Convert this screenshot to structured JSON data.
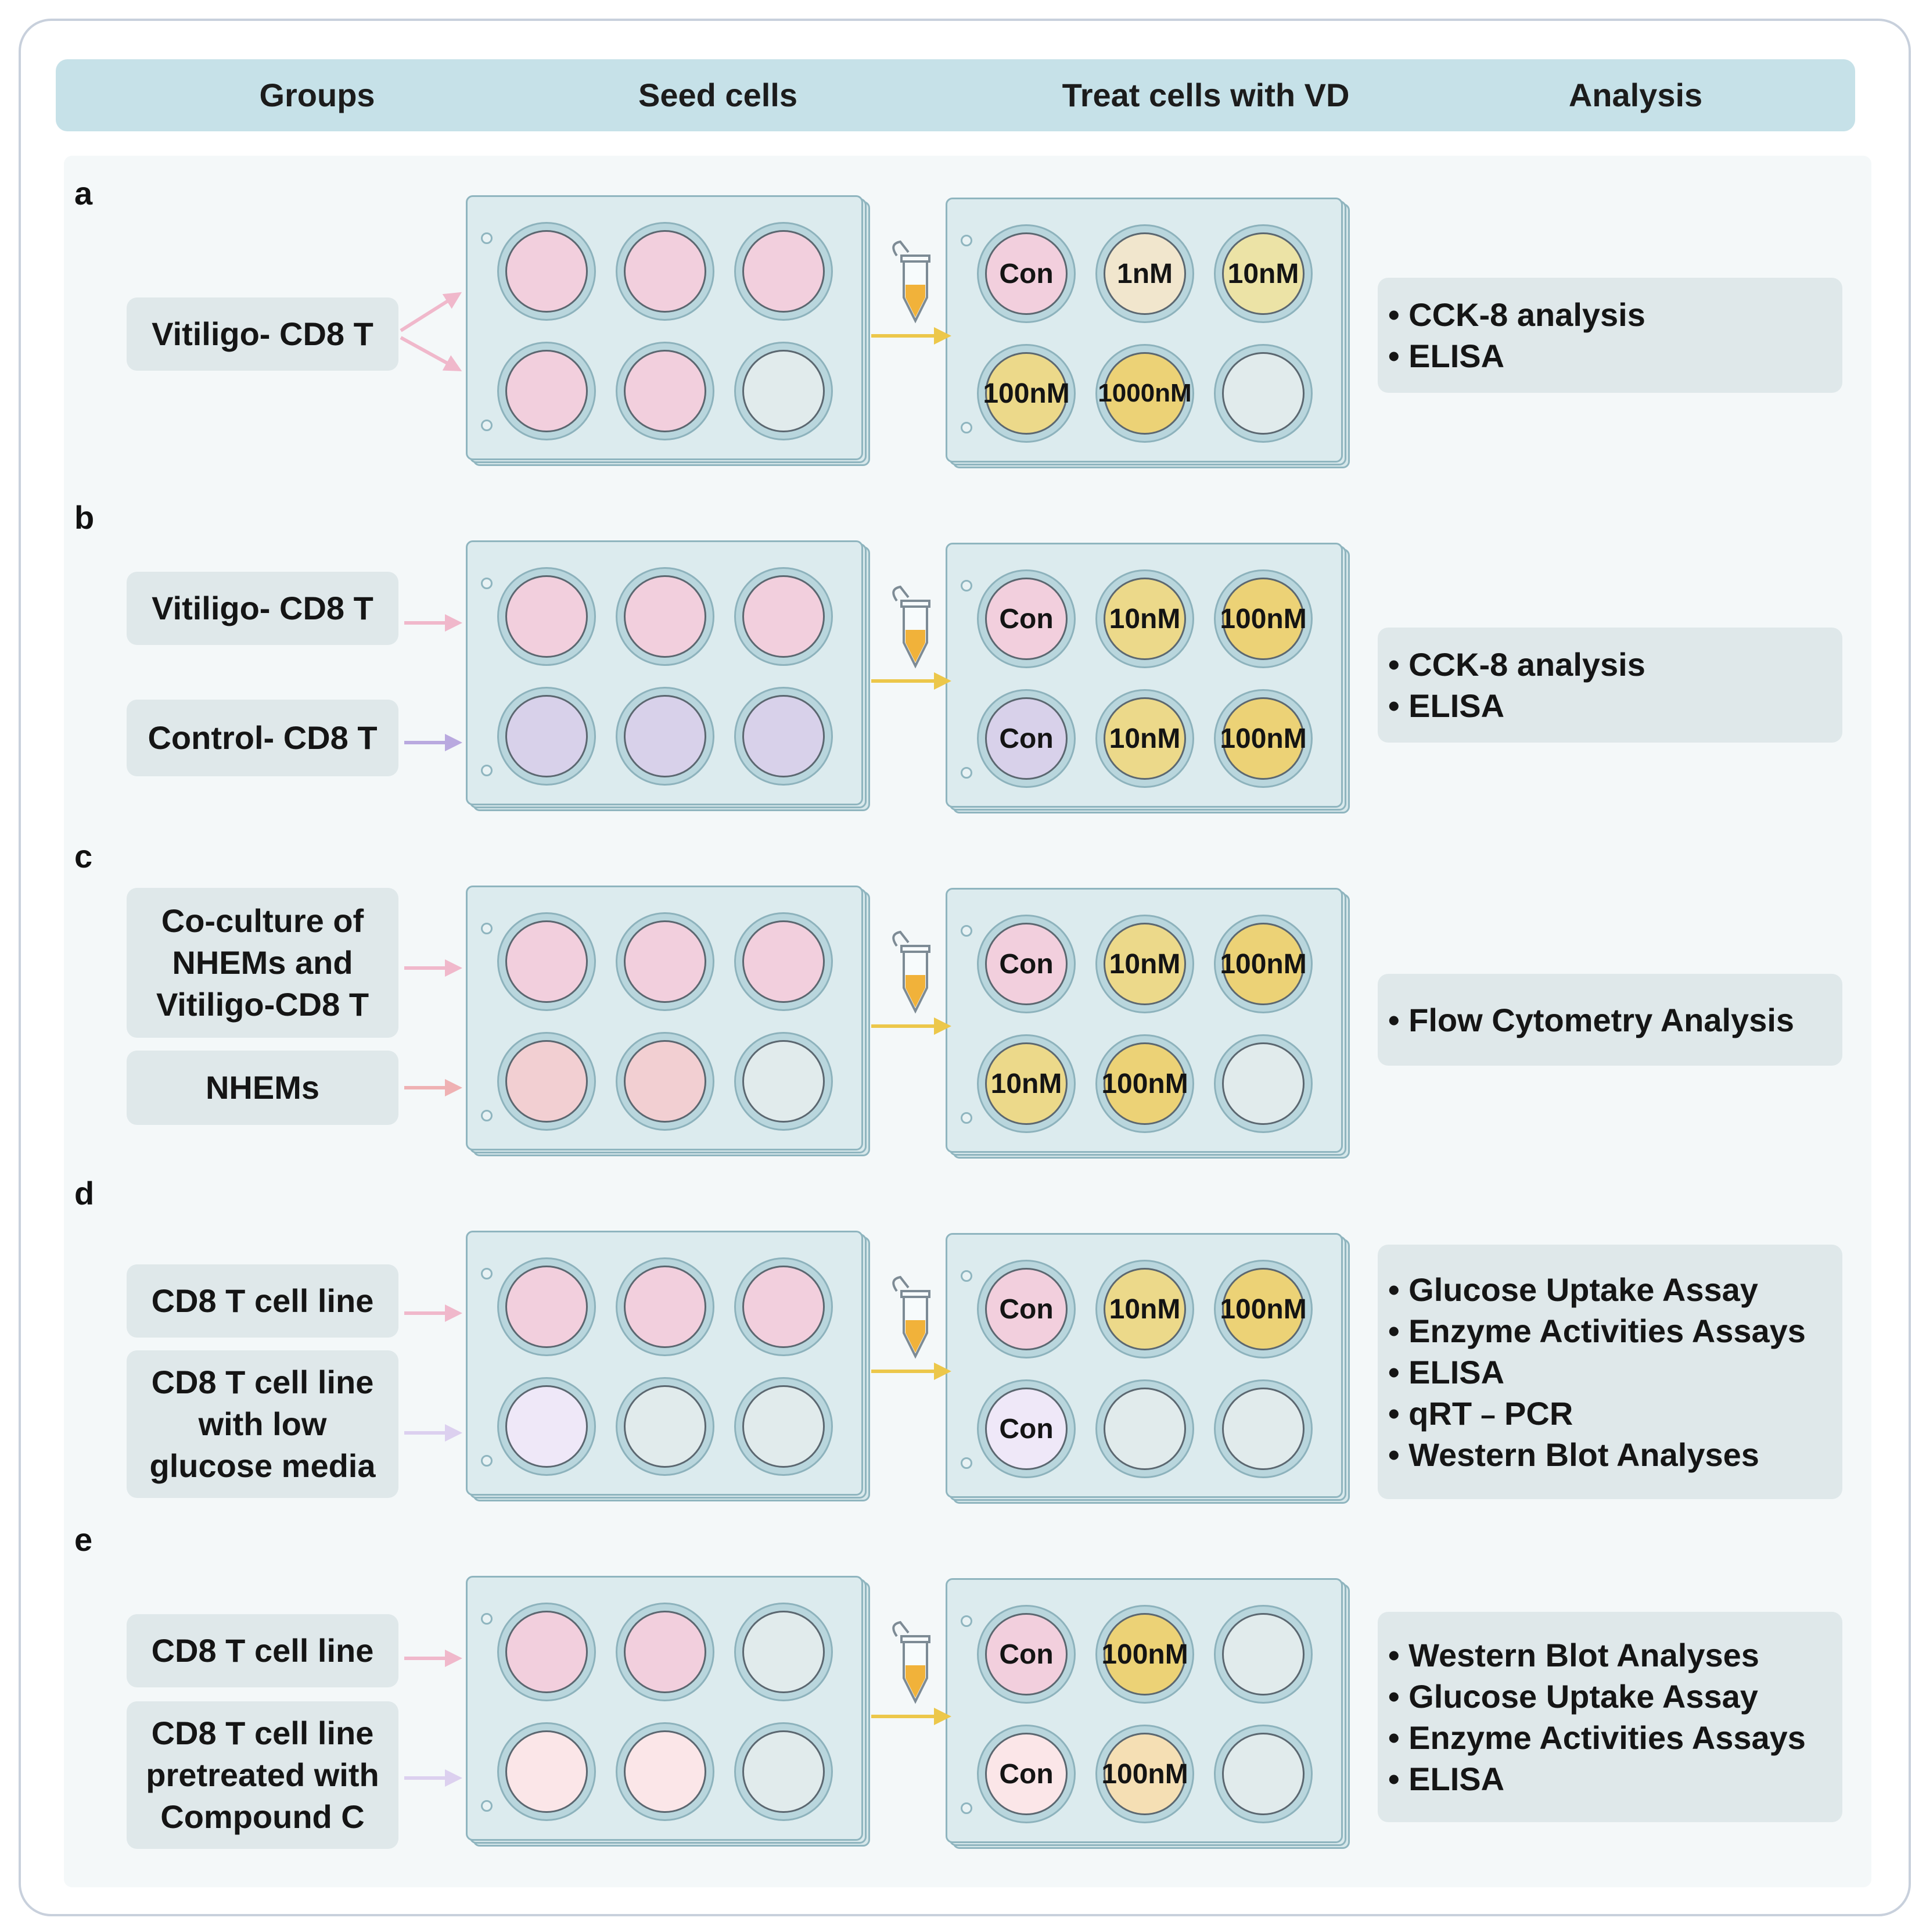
{
  "header": {
    "groups": "Groups",
    "seed": "Seed cells",
    "treat": "Treat cells with VD",
    "analysis": "Analysis"
  },
  "colors": {
    "pink": "#f2cfdd",
    "lavender": "#d8d1ea",
    "salmon": "#f2cfd2",
    "light_pink": "#fbe6e8",
    "light_lilac": "#efe8f8",
    "empty": "#e1ebec",
    "cream": "#f1e6cd",
    "yellow_light": "#ece3a6",
    "yellow_mid": "#ecd98a",
    "yellow_deep": "#ecd276",
    "peach": "#f5dfb4",
    "arrow_yellow": "#ecc74a",
    "arrow_pink": "#f0b8cb",
    "arrow_purple": "#b9a9df",
    "arrow_lilac": "#dcd0ef",
    "arrow_salmon": "#efb1b3"
  },
  "rows": [
    {
      "id": "a",
      "label": "a",
      "groups": [
        {
          "text": "Vitiligo- CD8 T",
          "arrow": "arrow_pink"
        }
      ],
      "seed_wells": [
        [
          "pink",
          "pink",
          "pink"
        ],
        [
          "pink",
          "pink",
          "empty"
        ]
      ],
      "treat_wells": [
        [
          {
            "fill": "pink",
            "text": "Con"
          },
          {
            "fill": "cream",
            "text": "1nM"
          },
          {
            "fill": "yellow_light",
            "text": "10nM"
          }
        ],
        [
          {
            "fill": "yellow_mid",
            "text": "100nM"
          },
          {
            "fill": "yellow_deep",
            "text": "1000nM"
          },
          {
            "fill": "empty",
            "text": ""
          }
        ]
      ],
      "analysis": [
        "• CCK-8 analysis",
        "• ELISA"
      ]
    },
    {
      "id": "b",
      "label": "b",
      "groups": [
        {
          "text": "Vitiligo- CD8 T",
          "arrow": "arrow_pink"
        },
        {
          "text": "Control- CD8 T",
          "arrow": "arrow_purple"
        }
      ],
      "seed_wells": [
        [
          "pink",
          "pink",
          "pink"
        ],
        [
          "lavender",
          "lavender",
          "lavender"
        ]
      ],
      "treat_wells": [
        [
          {
            "fill": "pink",
            "text": "Con"
          },
          {
            "fill": "yellow_mid",
            "text": "10nM"
          },
          {
            "fill": "yellow_deep",
            "text": "100nM"
          }
        ],
        [
          {
            "fill": "lavender",
            "text": "Con"
          },
          {
            "fill": "yellow_mid",
            "text": "10nM"
          },
          {
            "fill": "yellow_deep",
            "text": "100nM"
          }
        ]
      ],
      "analysis": [
        "• CCK-8 analysis",
        "• ELISA"
      ]
    },
    {
      "id": "c",
      "label": "c",
      "groups": [
        {
          "text": "Co-culture of\nNHEMs and\nVitiligo-CD8 T",
          "arrow": "arrow_pink"
        },
        {
          "text": "NHEMs",
          "arrow": "arrow_salmon"
        }
      ],
      "seed_wells": [
        [
          "pink",
          "pink",
          "pink"
        ],
        [
          "salmon",
          "salmon",
          "empty"
        ]
      ],
      "seed_inserts_top": true,
      "treat_wells": [
        [
          {
            "fill": "pink",
            "text": "Con"
          },
          {
            "fill": "yellow_mid",
            "text": "10nM"
          },
          {
            "fill": "yellow_deep",
            "text": "100nM"
          }
        ],
        [
          {
            "fill": "yellow_mid",
            "text": "10nM"
          },
          {
            "fill": "yellow_deep",
            "text": "100nM"
          },
          {
            "fill": "empty",
            "text": ""
          }
        ]
      ],
      "analysis": [
        "• Flow Cytometry Analysis"
      ]
    },
    {
      "id": "d",
      "label": "d",
      "groups": [
        {
          "text": "CD8 T cell line",
          "arrow": "arrow_pink"
        },
        {
          "text": "CD8 T cell line\nwith low\nglucose media",
          "arrow": "arrow_lilac"
        }
      ],
      "seed_wells": [
        [
          "pink",
          "pink",
          "pink"
        ],
        [
          "light_lilac",
          "empty",
          "empty"
        ]
      ],
      "treat_wells": [
        [
          {
            "fill": "pink",
            "text": "Con"
          },
          {
            "fill": "yellow_mid",
            "text": "10nM"
          },
          {
            "fill": "yellow_deep",
            "text": "100nM"
          }
        ],
        [
          {
            "fill": "light_lilac",
            "text": "Con"
          },
          {
            "fill": "empty",
            "text": ""
          },
          {
            "fill": "empty",
            "text": ""
          }
        ]
      ],
      "analysis": [
        "• Glucose Uptake Assay",
        "• Enzyme Activities Assays",
        "• ELISA",
        "• qRT﹣PCR",
        "• Western Blot Analyses"
      ]
    },
    {
      "id": "e",
      "label": "e",
      "groups": [
        {
          "text": "CD8 T cell line",
          "arrow": "arrow_pink"
        },
        {
          "text": "CD8 T cell line\npretreated with\nCompound C",
          "arrow": "arrow_lilac"
        }
      ],
      "seed_wells": [
        [
          "pink",
          "pink",
          "empty"
        ],
        [
          "light_pink",
          "light_pink",
          "empty"
        ]
      ],
      "treat_wells": [
        [
          {
            "fill": "pink",
            "text": "Con"
          },
          {
            "fill": "yellow_deep",
            "text": "100nM"
          },
          {
            "fill": "empty",
            "text": ""
          }
        ],
        [
          {
            "fill": "light_pink",
            "text": "Con"
          },
          {
            "fill": "peach",
            "text": "100nM"
          },
          {
            "fill": "empty",
            "text": ""
          }
        ]
      ],
      "analysis": [
        "• Western Blot Analyses",
        "• Glucose Uptake Assay",
        "• Enzyme Activities Assays",
        "• ELISA"
      ]
    }
  ]
}
